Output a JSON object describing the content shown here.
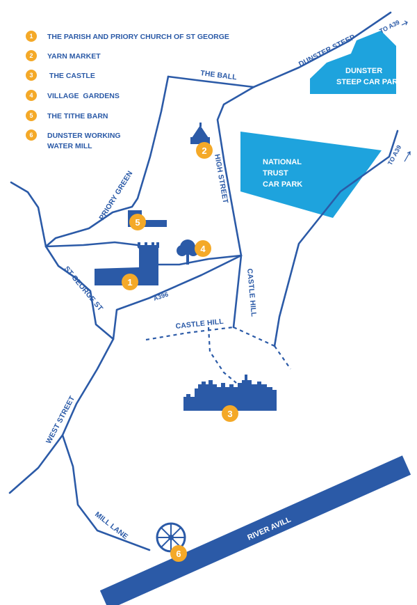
{
  "colors": {
    "road": "#2b5aa7",
    "carpark": "#1ea3dd",
    "marker": "#f4a928",
    "background": "#ffffff"
  },
  "legend": [
    {
      "number": "1",
      "text": "THE PARISH AND PRIORY CHURCH OF ST GEORGE"
    },
    {
      "number": "2",
      "text": "YARN MARKET"
    },
    {
      "number": "3",
      "text": " THE CASTLE"
    },
    {
      "number": "4",
      "text": "VILLAGE  GARDENS"
    },
    {
      "number": "5",
      "text": "THE TITHE BARN"
    },
    {
      "number": "6",
      "text": "DUNSTER WORKING",
      "text2": "WATER MILL"
    }
  ],
  "streets": {
    "dunster_steep": "DUNSTER STEEP",
    "the_ball": "THE BALL",
    "high_street": "HIGH STREET",
    "priory_green": "PRIORY GREEN",
    "st_george_st": "ST GEORGE ST",
    "a396": "A396",
    "castle_hill_h": "CASTLE HILL",
    "castle_hill_v": "CASTLE HILL",
    "west_street": "WEST STREET",
    "mill_lane": "MILL LANE",
    "river_avill": "RIVER AVILL"
  },
  "directions": {
    "to_a39_top": "TO A39",
    "to_a39_right": "TO A39"
  },
  "car_parks": {
    "dunster_steep_line1": "DUNSTER",
    "dunster_steep_line2": "STEEP CAR PARK",
    "national_trust_line1": "NATIONAL",
    "national_trust_line2": "TRUST",
    "national_trust_line3": "CAR PARK"
  },
  "markers": {
    "m1": "1",
    "m2": "2",
    "m3": "3",
    "m4": "4",
    "m5": "5",
    "m6": "6"
  },
  "icons": {
    "church": "church-icon",
    "yarn_market": "yarn-market-icon",
    "castle": "castle-icon",
    "tree": "tree-icon",
    "tithe_barn": "barn-icon",
    "water_mill": "water-wheel-icon"
  }
}
